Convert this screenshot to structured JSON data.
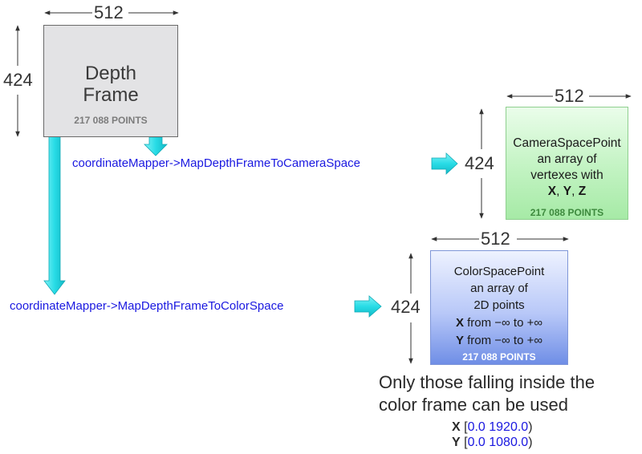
{
  "dimensions": {
    "width_label": "512",
    "height_label": "424"
  },
  "depth_frame": {
    "title_line1": "Depth",
    "title_line2": "Frame",
    "points_label": "217 088 POINTS",
    "fill_color": "#e3e3e5"
  },
  "camera_space": {
    "line1": "CameraSpacePoint",
    "line2": "an array of",
    "line3": "vertexes with",
    "x_label": "X",
    "y_label": "Y",
    "z_label": "Z",
    "sep1": ", ",
    "sep2": ", ",
    "points_label": "217 088 POINTS",
    "fill_color": "#c2f3c2"
  },
  "color_space": {
    "line1": "ColorSpacePoint",
    "line2": "an array of",
    "line3": "2D points",
    "x_label": "X",
    "y_label": "Y",
    "range_text": " from −∞  to  +∞",
    "points_label": "217 088 POINTS",
    "fill_color": "#b8c8f8"
  },
  "functions": {
    "to_camera": "coordinateMapper->MapDepthFrameToCameraSpace",
    "to_color": "coordinateMapper->MapDepthFrameToColorSpace",
    "color": "#1a18e0"
  },
  "note": {
    "line1": "Only those falling inside the",
    "line2": "color frame can be used"
  },
  "ranges": {
    "x_label": "X",
    "x_open": " [",
    "x_values": "0.0  1920.0",
    "x_close": ")",
    "y_label": "Y",
    "y_open": " [",
    "y_values": "0.0  1080.0",
    "y_close": ")"
  },
  "arrow_color": "#33e0e8"
}
